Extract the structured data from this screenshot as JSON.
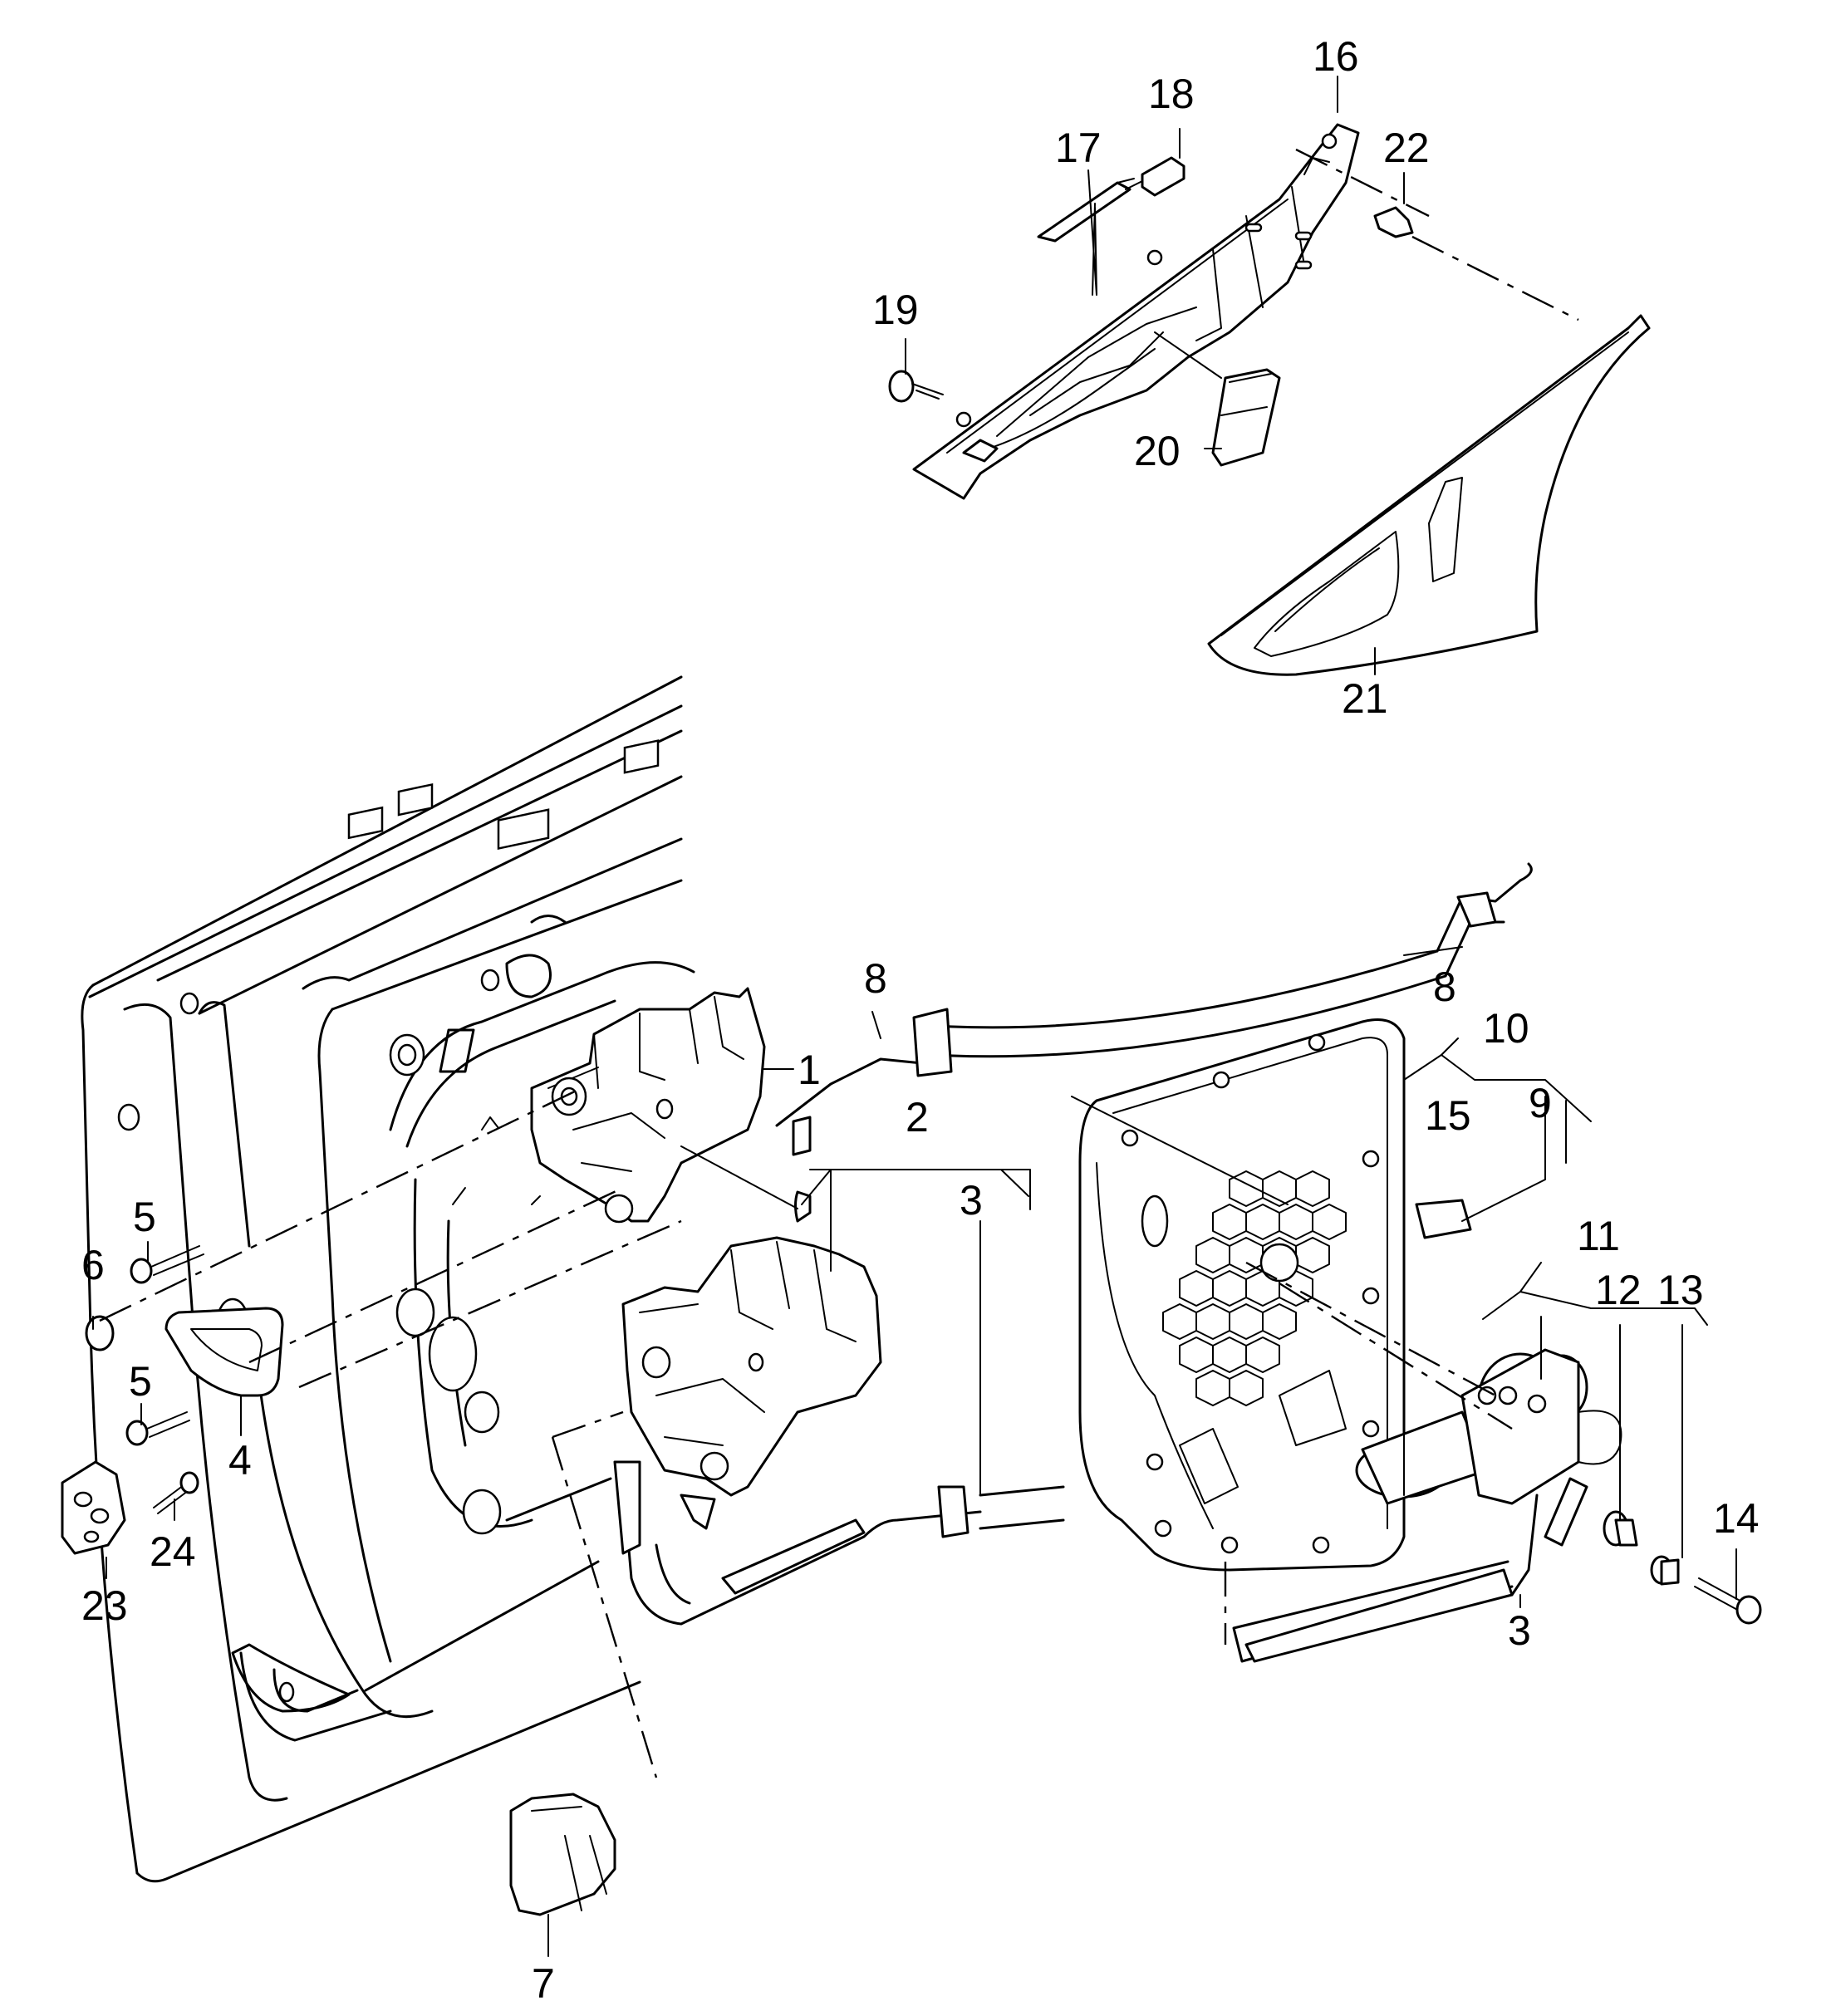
{
  "callouts": [
    "1",
    "2",
    "3",
    "3",
    "4",
    "5",
    "5",
    "6",
    "7",
    "8",
    "8",
    "9",
    "10",
    "11",
    "12",
    "13",
    "14",
    "15",
    "16",
    "17",
    "18",
    "19",
    "20",
    "21",
    "22",
    "23",
    "24"
  ],
  "line_color": "#000000",
  "background": "#ffffff"
}
